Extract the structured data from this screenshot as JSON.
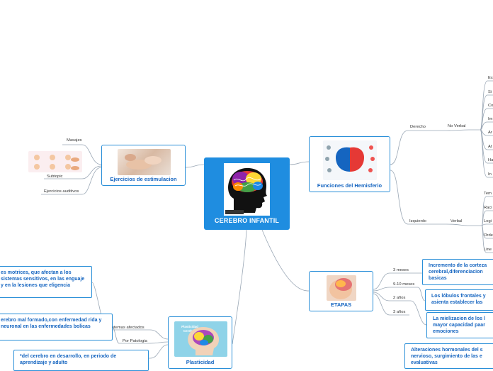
{
  "central": {
    "title": "CEREBRO INFANTIL"
  },
  "ejercicios": {
    "title": "Ejercicios de estimulacion",
    "children": [
      "Masajes",
      "Subtopic",
      "Ejercicios auditivos"
    ]
  },
  "funciones": {
    "title": "Funciones del Hemisferio",
    "derecho": {
      "label": "Derecho",
      "no_verbal": "No Verbal",
      "items": [
        "Ex",
        "Si",
        "Co",
        "Im",
        "Ar",
        "At",
        "Ha",
        "In"
      ]
    },
    "izquierdo": {
      "label": "Izquierdo",
      "verbal": "Verbal",
      "items": [
        "Tem",
        "Raci",
        "Logi",
        "Orde",
        "Line"
      ]
    }
  },
  "etapas": {
    "title": "ETAPAS",
    "stages": [
      {
        "age": "3 meses",
        "text": "Incremento de la corteza cerebral,diferenciacion basicas"
      },
      {
        "age": "9-10 meses",
        "text": "Los lóbulos frontales y asienta establecer las"
      },
      {
        "age": "2 años",
        "text": "La mielizacion de los l mayor capacidad paar emociones"
      },
      {
        "age": "3 años",
        "text": "Alteraciones hormonales del s nervioso, surgimiento de las e evaluativas"
      }
    ]
  },
  "plasticidad": {
    "title": "Plasticidad",
    "children": [
      "Sistemas afectados",
      "Por Patologia"
    ],
    "image_caption": "Plasticidad Cerebral",
    "notes": [
      "es motrices, que afectan a los sistemas sensitivos, en las enguaje y en la lesiones que eligencia",
      "erebro mal formado,con enfermedad rida y neuronal en las enfermedades bolicas",
      "*del cerebro en desarrollo, en periodo de aprendizaje y adulto"
    ]
  }
}
